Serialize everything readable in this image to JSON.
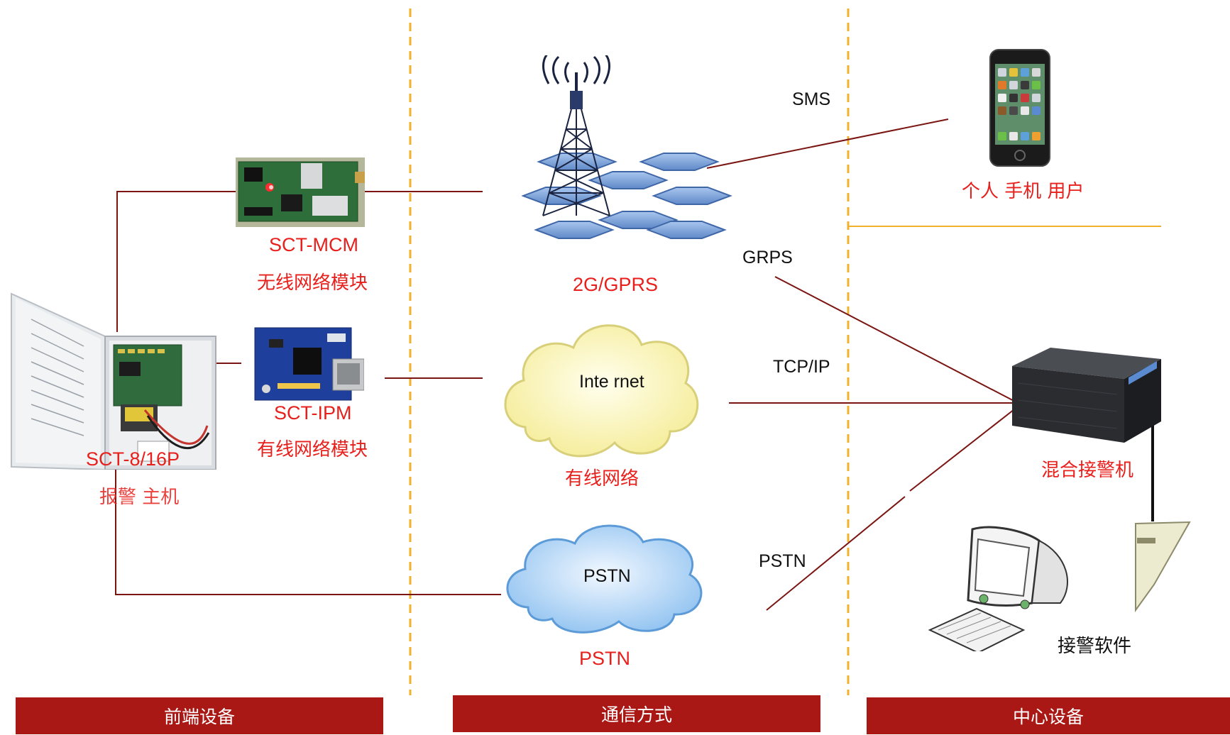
{
  "sections": {
    "front": "前端设备",
    "comm": "通信方式",
    "center": "中心设备"
  },
  "front": {
    "host_model": "SCT-8/16P",
    "host_name": "报警 主机",
    "wireless_model": "SCT-MCM",
    "wireless_name": "无线网络模块",
    "wired_model": "SCT-IPM",
    "wired_name": "有线网络模块"
  },
  "comm": {
    "gprs_label": "2G/GPRS",
    "internet_text": "Inte rnet",
    "wired_label": "有线网络",
    "pstn_text": "PSTN",
    "pstn_label": "PSTN"
  },
  "links": {
    "sms": "SMS",
    "grps": "GRPS",
    "tcpip": "TCP/IP",
    "pstn": "PSTN"
  },
  "center": {
    "mobile_user": "个人 手机 用户",
    "receiver": "混合接警机",
    "software": "接警软件"
  },
  "colors": {
    "accent": "#e8201c",
    "footer": "#a91814",
    "wire": "#7a1512",
    "divider": "#f2b12a"
  }
}
